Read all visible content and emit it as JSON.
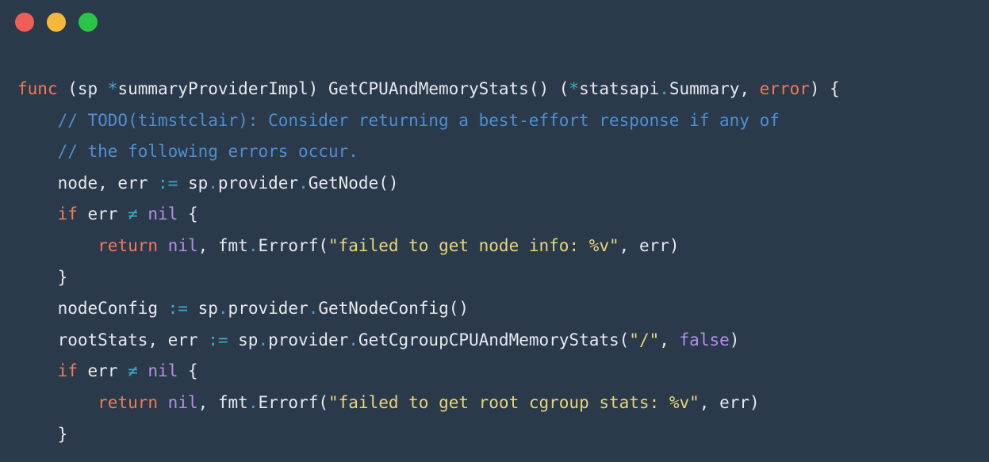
{
  "window": {
    "traffic_lights": [
      {
        "name": "close",
        "color": "#f05e57"
      },
      {
        "name": "minimize",
        "color": "#f5b83a"
      },
      {
        "name": "maximize",
        "color": "#2bc448"
      }
    ]
  },
  "code": {
    "language": "go",
    "colors": {
      "background": "#2b3a4a",
      "keyword": "#f07a5a",
      "comment": "#4f8fd1",
      "text": "#e6e9ee",
      "operator": "#3aa9c8",
      "nil": "#b48ee8",
      "string": "#e8d67a"
    },
    "lines": [
      [
        {
          "t": "kw",
          "v": "func"
        },
        {
          "t": "plain",
          "v": " (sp "
        },
        {
          "t": "op",
          "v": "*"
        },
        {
          "t": "plain",
          "v": "summaryProviderImpl) GetCPUAndMemoryStats() ("
        },
        {
          "t": "op",
          "v": "*"
        },
        {
          "t": "plain",
          "v": "statsapi"
        },
        {
          "t": "dot",
          "v": "."
        },
        {
          "t": "plain",
          "v": "Summary, "
        },
        {
          "t": "err",
          "v": "error"
        },
        {
          "t": "plain",
          "v": ") {"
        }
      ],
      [
        {
          "t": "plain",
          "v": "    "
        },
        {
          "t": "comment",
          "v": "// TODO(timstclair): Consider returning a best-effort response if any of"
        }
      ],
      [
        {
          "t": "plain",
          "v": "    "
        },
        {
          "t": "comment",
          "v": "// the following errors occur."
        }
      ],
      [
        {
          "t": "plain",
          "v": "    node, err "
        },
        {
          "t": "op",
          "v": ":="
        },
        {
          "t": "plain",
          "v": " sp"
        },
        {
          "t": "dot",
          "v": "."
        },
        {
          "t": "plain",
          "v": "provider"
        },
        {
          "t": "dot",
          "v": "."
        },
        {
          "t": "plain",
          "v": "GetNode()"
        }
      ],
      [
        {
          "t": "plain",
          "v": "    "
        },
        {
          "t": "kw",
          "v": "if"
        },
        {
          "t": "plain",
          "v": " err "
        },
        {
          "t": "op",
          "v": "≠"
        },
        {
          "t": "plain",
          "v": " "
        },
        {
          "t": "nil",
          "v": "nil"
        },
        {
          "t": "plain",
          "v": " {"
        }
      ],
      [
        {
          "t": "plain",
          "v": "        "
        },
        {
          "t": "kw",
          "v": "return"
        },
        {
          "t": "plain",
          "v": " "
        },
        {
          "t": "nil",
          "v": "nil"
        },
        {
          "t": "plain",
          "v": ", fmt"
        },
        {
          "t": "dot",
          "v": "."
        },
        {
          "t": "plain",
          "v": "Errorf("
        },
        {
          "t": "string",
          "v": "\"failed to get node info: %v\""
        },
        {
          "t": "plain",
          "v": ", err)"
        }
      ],
      [
        {
          "t": "plain",
          "v": "    }"
        }
      ],
      [
        {
          "t": "plain",
          "v": "    nodeConfig "
        },
        {
          "t": "op",
          "v": ":="
        },
        {
          "t": "plain",
          "v": " sp"
        },
        {
          "t": "dot",
          "v": "."
        },
        {
          "t": "plain",
          "v": "provider"
        },
        {
          "t": "dot",
          "v": "."
        },
        {
          "t": "plain",
          "v": "GetNodeConfig()"
        }
      ],
      [
        {
          "t": "plain",
          "v": "    rootStats, err "
        },
        {
          "t": "op",
          "v": ":="
        },
        {
          "t": "plain",
          "v": " sp"
        },
        {
          "t": "dot",
          "v": "."
        },
        {
          "t": "plain",
          "v": "provider"
        },
        {
          "t": "dot",
          "v": "."
        },
        {
          "t": "plain",
          "v": "GetCgroupCPUAndMemoryStats("
        },
        {
          "t": "string",
          "v": "\"/\""
        },
        {
          "t": "plain",
          "v": ", "
        },
        {
          "t": "nil",
          "v": "false"
        },
        {
          "t": "plain",
          "v": ")"
        }
      ],
      [
        {
          "t": "plain",
          "v": "    "
        },
        {
          "t": "kw",
          "v": "if"
        },
        {
          "t": "plain",
          "v": " err "
        },
        {
          "t": "op",
          "v": "≠"
        },
        {
          "t": "plain",
          "v": " "
        },
        {
          "t": "nil",
          "v": "nil"
        },
        {
          "t": "plain",
          "v": " {"
        }
      ],
      [
        {
          "t": "plain",
          "v": "        "
        },
        {
          "t": "kw",
          "v": "return"
        },
        {
          "t": "plain",
          "v": " "
        },
        {
          "t": "nil",
          "v": "nil"
        },
        {
          "t": "plain",
          "v": ", fmt"
        },
        {
          "t": "dot",
          "v": "."
        },
        {
          "t": "plain",
          "v": "Errorf("
        },
        {
          "t": "string",
          "v": "\"failed to get root cgroup stats: %v\""
        },
        {
          "t": "plain",
          "v": ", err)"
        }
      ],
      [
        {
          "t": "plain",
          "v": "    }"
        }
      ]
    ]
  }
}
